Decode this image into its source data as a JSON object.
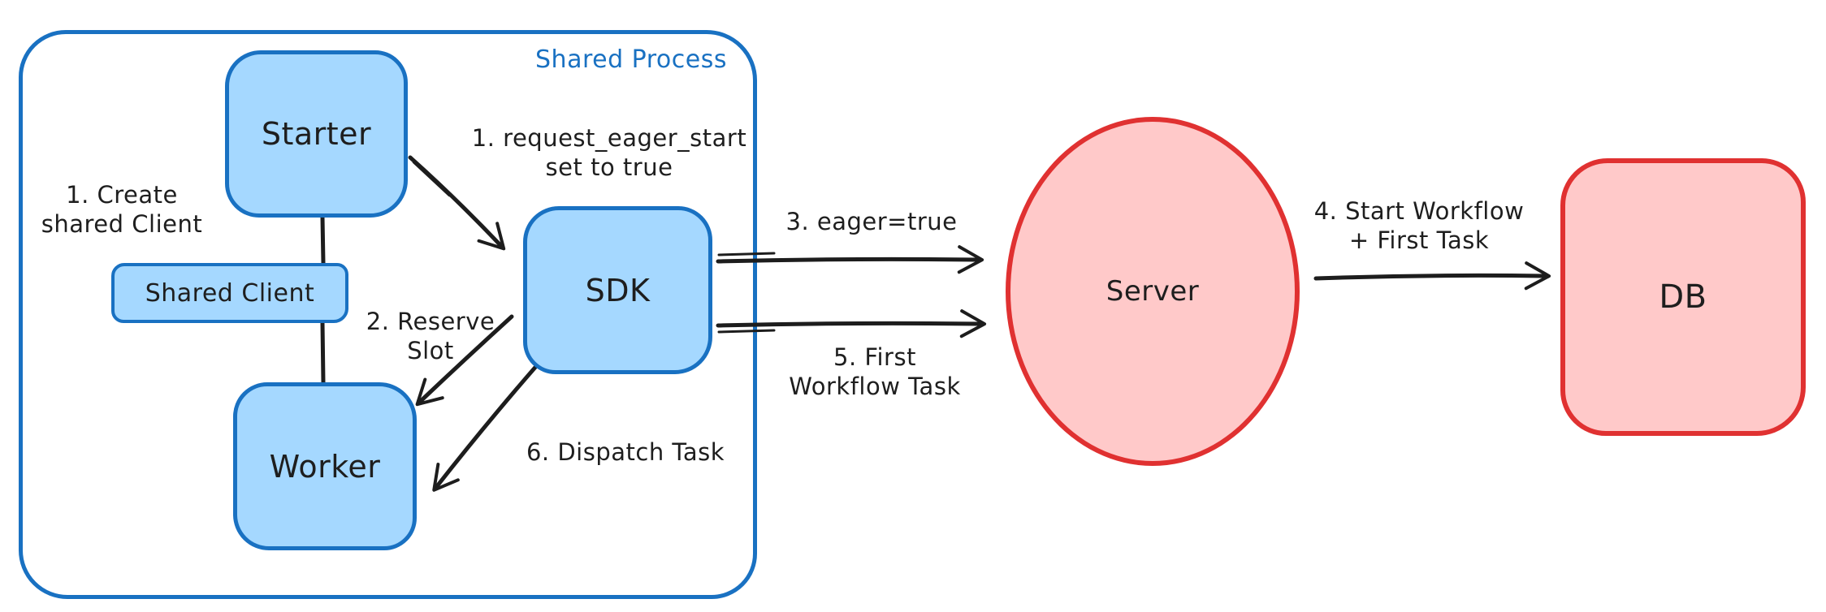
{
  "diagram": {
    "type": "flow-diagram",
    "style": "hand-drawn",
    "background": "#ffffff"
  },
  "colors": {
    "blue_stroke": "#1971c2",
    "blue_fill": "#a5d8ff",
    "red_stroke": "#e03131",
    "red_fill": "#ffc9c9",
    "connector": "#1d1d1d",
    "text": "#1e1e1e"
  },
  "container": {
    "label": "Shared Process"
  },
  "nodes": {
    "starter": {
      "label": "Starter",
      "shape": "rounded-rectangle",
      "color": "blue"
    },
    "shared_client": {
      "label": "Shared Client",
      "shape": "rounded-rectangle",
      "color": "blue"
    },
    "worker": {
      "label": "Worker",
      "shape": "rounded-rectangle",
      "color": "blue"
    },
    "sdk": {
      "label": "SDK",
      "shape": "rounded-rectangle",
      "color": "blue"
    },
    "server": {
      "label": "Server",
      "shape": "ellipse",
      "color": "red"
    },
    "db": {
      "label": "DB",
      "shape": "rounded-rectangle",
      "color": "red"
    }
  },
  "annotations": {
    "create_shared_client": "1. Create\nshared Client",
    "request_eager_start": "1. request_eager_start\nset to true",
    "reserve_slot": "2. Reserve\nSlot",
    "eager_true": "3. eager=true",
    "start_workflow_first_task": "4. Start Workflow\n+ First Task",
    "first_workflow_task": "5. First\nWorkflow Task",
    "dispatch_task": "6. Dispatch Task"
  },
  "connections": [
    {
      "from": "starter",
      "to": "sdk",
      "label": "1. request_eager_start set to true",
      "arrow": true
    },
    {
      "from": "starter",
      "to": "shared_client",
      "label": "1. Create shared Client",
      "arrow": false
    },
    {
      "from": "shared_client",
      "to": "worker",
      "label": "",
      "arrow": false
    },
    {
      "from": "sdk",
      "to": "worker",
      "label": "2. Reserve Slot",
      "arrow": true
    },
    {
      "from": "sdk",
      "to": "server",
      "label": "3. eager=true",
      "arrow": true
    },
    {
      "from": "sdk",
      "to": "server",
      "label": "5. First Workflow Task",
      "arrow": true
    },
    {
      "from": "server",
      "to": "db",
      "label": "4. Start Workflow + First Task",
      "arrow": true
    },
    {
      "from": "sdk",
      "to": "worker",
      "label": "6. Dispatch Task",
      "arrow": true
    }
  ]
}
